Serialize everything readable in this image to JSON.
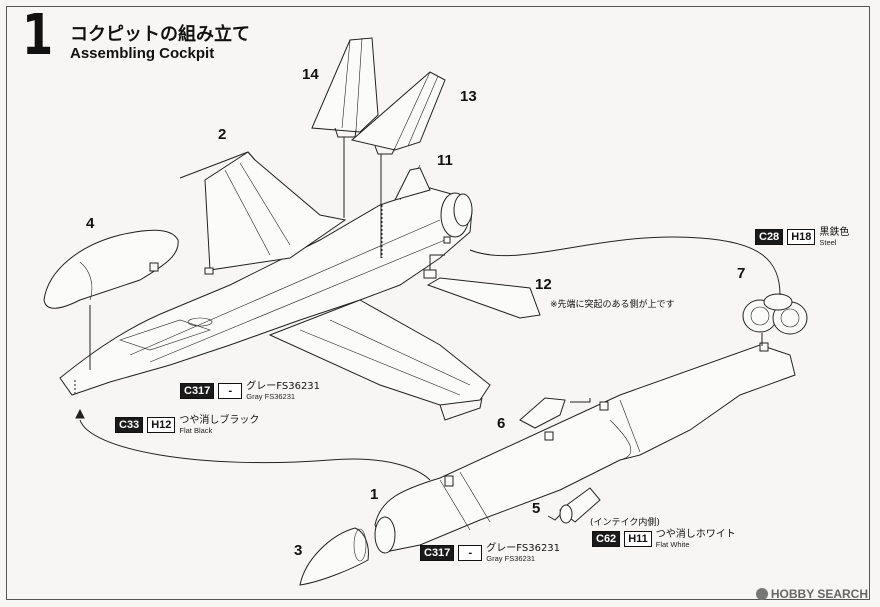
{
  "step": {
    "number": "1",
    "title_jp": "コクピットの組み立て",
    "title_en": "Assembling Cockpit"
  },
  "part_numbers": {
    "p1": "1",
    "p2": "2",
    "p3": "3",
    "p4": "4",
    "p5": "5",
    "p6": "6",
    "p7": "7",
    "p11": "11",
    "p12": "12",
    "p13": "13",
    "p14": "14"
  },
  "paints": {
    "steel": {
      "code1": "C28",
      "code2": "H18",
      "name_jp": "黒鉄色",
      "name_en": "Steel"
    },
    "gray_top": {
      "code1": "C317",
      "code2": "-",
      "name_jp": "グレーFS36231",
      "name_en": "Gray FS36231"
    },
    "flat_black": {
      "code1": "C33",
      "code2": "H12",
      "name_jp": "つや消しブラック",
      "name_en": "Flat Black"
    },
    "gray_bottom": {
      "code1": "C317",
      "code2": "-",
      "name_jp": "グレーFS36231",
      "name_en": "Gray FS36231"
    },
    "flat_white": {
      "code1": "C62",
      "code2": "H11",
      "name_jp": "つや消しホワイト",
      "name_en": "Flat White",
      "sub_jp": "(インテイク内側)"
    }
  },
  "notes": {
    "protrusion": "※先端に突起のある側が上です"
  },
  "watermark": {
    "brand": "HOBBY SEARCH"
  }
}
